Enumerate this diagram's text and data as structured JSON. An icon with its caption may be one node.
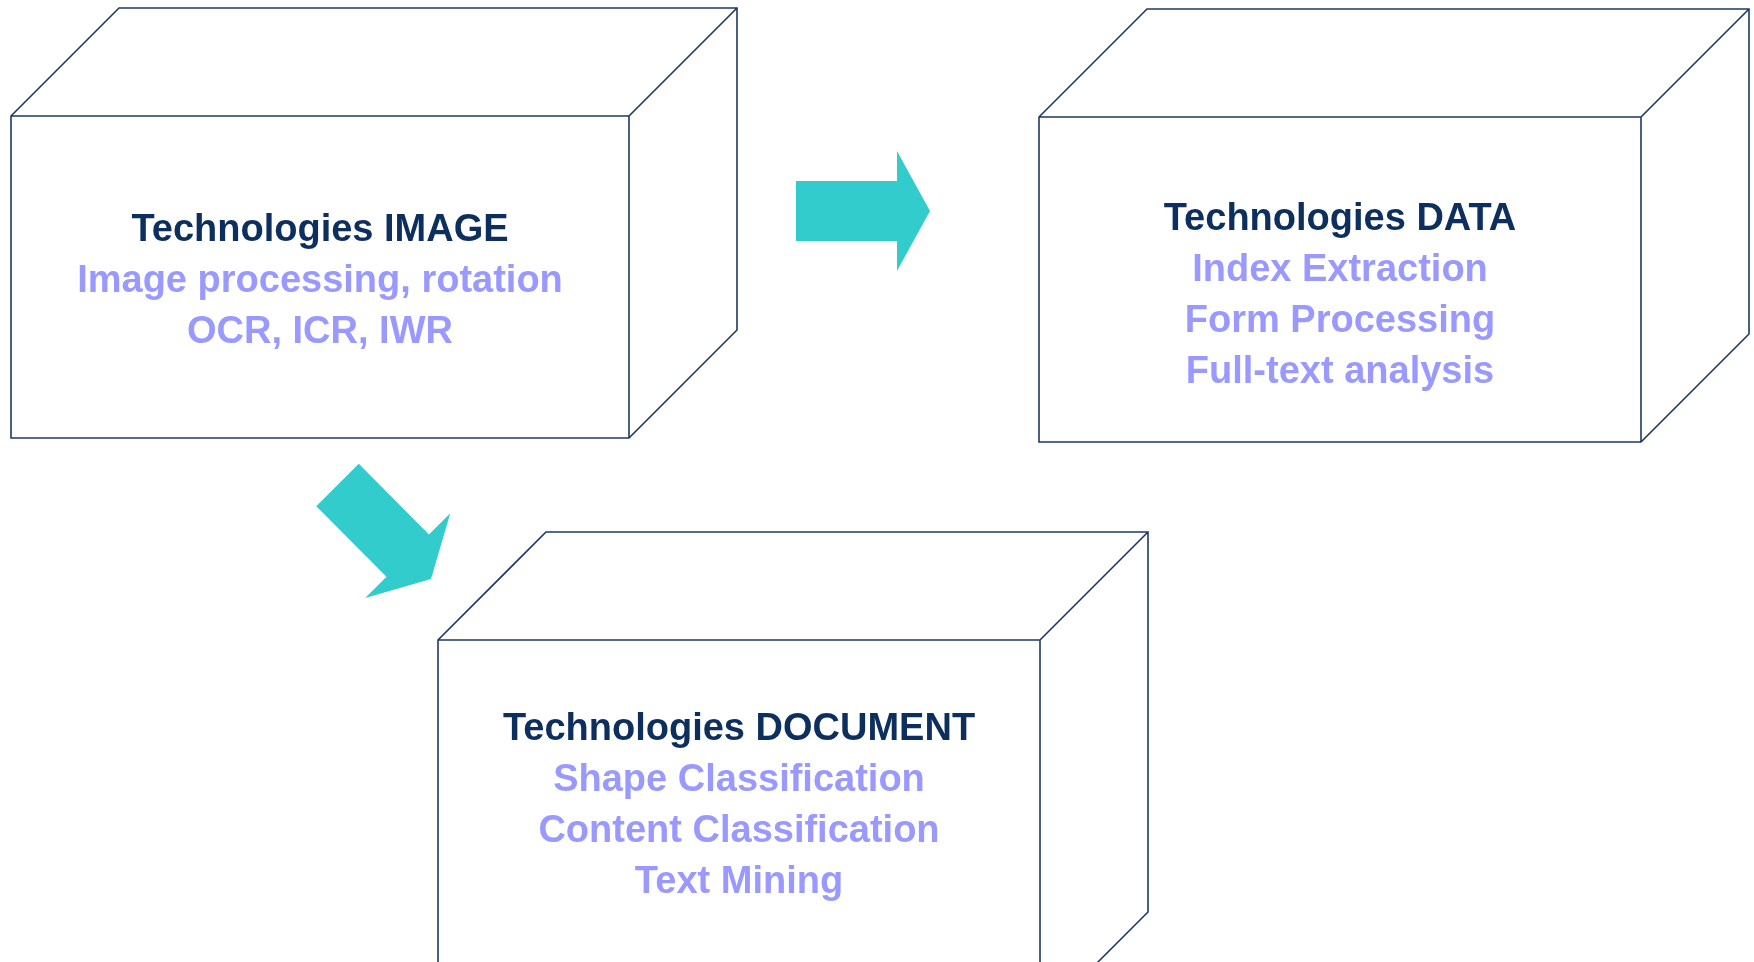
{
  "diagram": {
    "nodes": [
      {
        "text": [
          "Technologies IMAGE",
          "Image processing, rotation",
          "OCR, ICR, IWR"
        ]
      },
      {
        "text": [
          "Technologies DATA",
          "Index Extraction",
          "Form Processing",
          "Full-text analysis"
        ]
      },
      {
        "text": [
          "Technologies DOCUMENT",
          "Shape Classification",
          "Content Classification",
          "Text Mining"
        ]
      }
    ],
    "edges": [
      {
        "from": 0,
        "to": 1,
        "arrow": "to"
      },
      {
        "from": 0,
        "to": 2,
        "arrow": "to"
      }
    ]
  }
}
